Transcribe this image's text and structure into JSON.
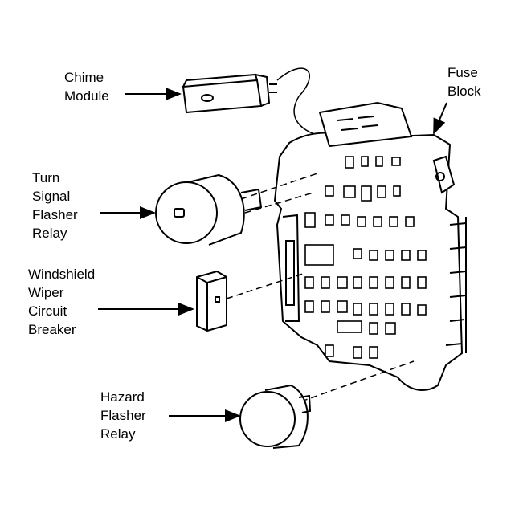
{
  "labels": {
    "chime_module": [
      "Chime",
      "Module"
    ],
    "fuse_block": [
      "Fuse",
      "Block"
    ],
    "turn_signal_flasher_relay": [
      "Turn",
      "Signal",
      "Flasher",
      "Relay"
    ],
    "windshield_wiper_circuit_breaker": [
      "Windshield",
      "Wiper",
      "Circuit",
      "Breaker"
    ],
    "hazard_flasher_relay": [
      "Hazard",
      "Flasher",
      "Relay"
    ]
  }
}
